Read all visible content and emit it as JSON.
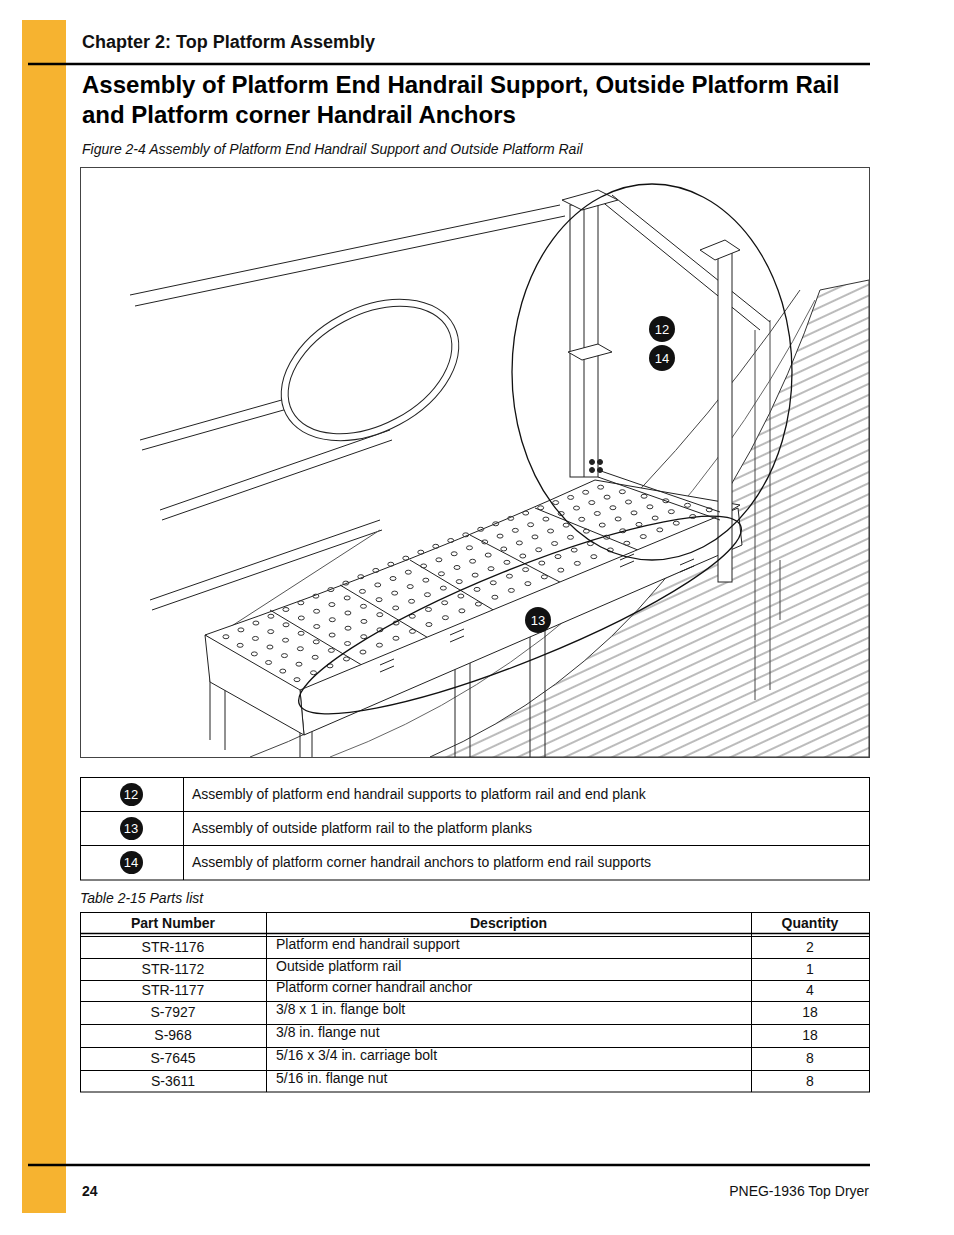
{
  "diagram": {
    "title": "Assembly of Platform End Handrail Support, Outside Platform Rail and Platform corner Handrail Anchors",
    "caption": "Figure 2-4 Assembly of Platform End Handrail Support and Outside Platform Rail",
    "nodes": [
      {
        "text": [
          "12"
        ]
      },
      {
        "text": [
          "14"
        ]
      },
      {
        "text": [
          "13"
        ]
      },
      {
        "text": [
          "12"
        ]
      },
      {
        "text": [
          "13"
        ]
      },
      {
        "text": [
          "14"
        ]
      }
    ],
    "labels": [
      "Chapter 2: Top Platform Assembly",
      "Assembly of platform end handrail supports to platform rail and end plank",
      "Assembly of outside platform rail to the platform planks",
      "Assembly of platform corner handrail anchors to platform end rail supports",
      "Table 2-15 Parts list",
      "Part Number",
      "Description",
      "Quantity",
      "STR-1176",
      "Platform end handrail support",
      "2",
      "STR-1172",
      "Outside platform rail",
      "1",
      "STR-1177",
      "Platform corner handrail anchor",
      "4",
      "S-7927",
      "3/8 x 1 in. flange bolt",
      "18",
      "S-968",
      "3/8 in. flange nut",
      "18",
      "S-7645",
      "5/16 x 3/4 in. carriage bolt",
      "8",
      "S-3611",
      "5/16 in. flange nut",
      "8",
      "24",
      "PNEG-1936 Top Dryer"
    ]
  }
}
